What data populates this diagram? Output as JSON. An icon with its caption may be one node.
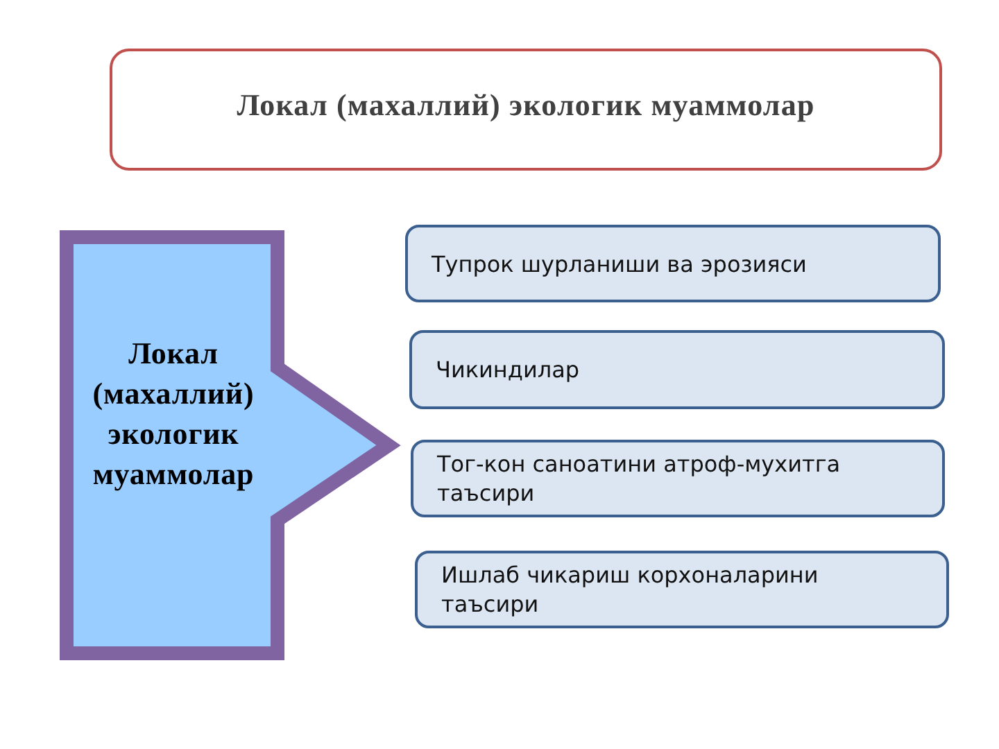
{
  "diagram": {
    "nodes": [
      {
        "text": [
          "Локал (махаллий) экологик муаммолар"
        ]
      },
      {
        "text": [
          "Локал (махаллий) экологик муаммолар"
        ]
      },
      {
        "text": [
          "Тупрок шурланиши ва эрозияси"
        ]
      },
      {
        "text": [
          "Чикиндилар"
        ]
      },
      {
        "text": [
          "Тог-кон саноатини атроф-мухитга таъсири"
        ]
      },
      {
        "text": [
          "Ишлаб чикариш корхоналарини таъсири"
        ]
      }
    ]
  }
}
